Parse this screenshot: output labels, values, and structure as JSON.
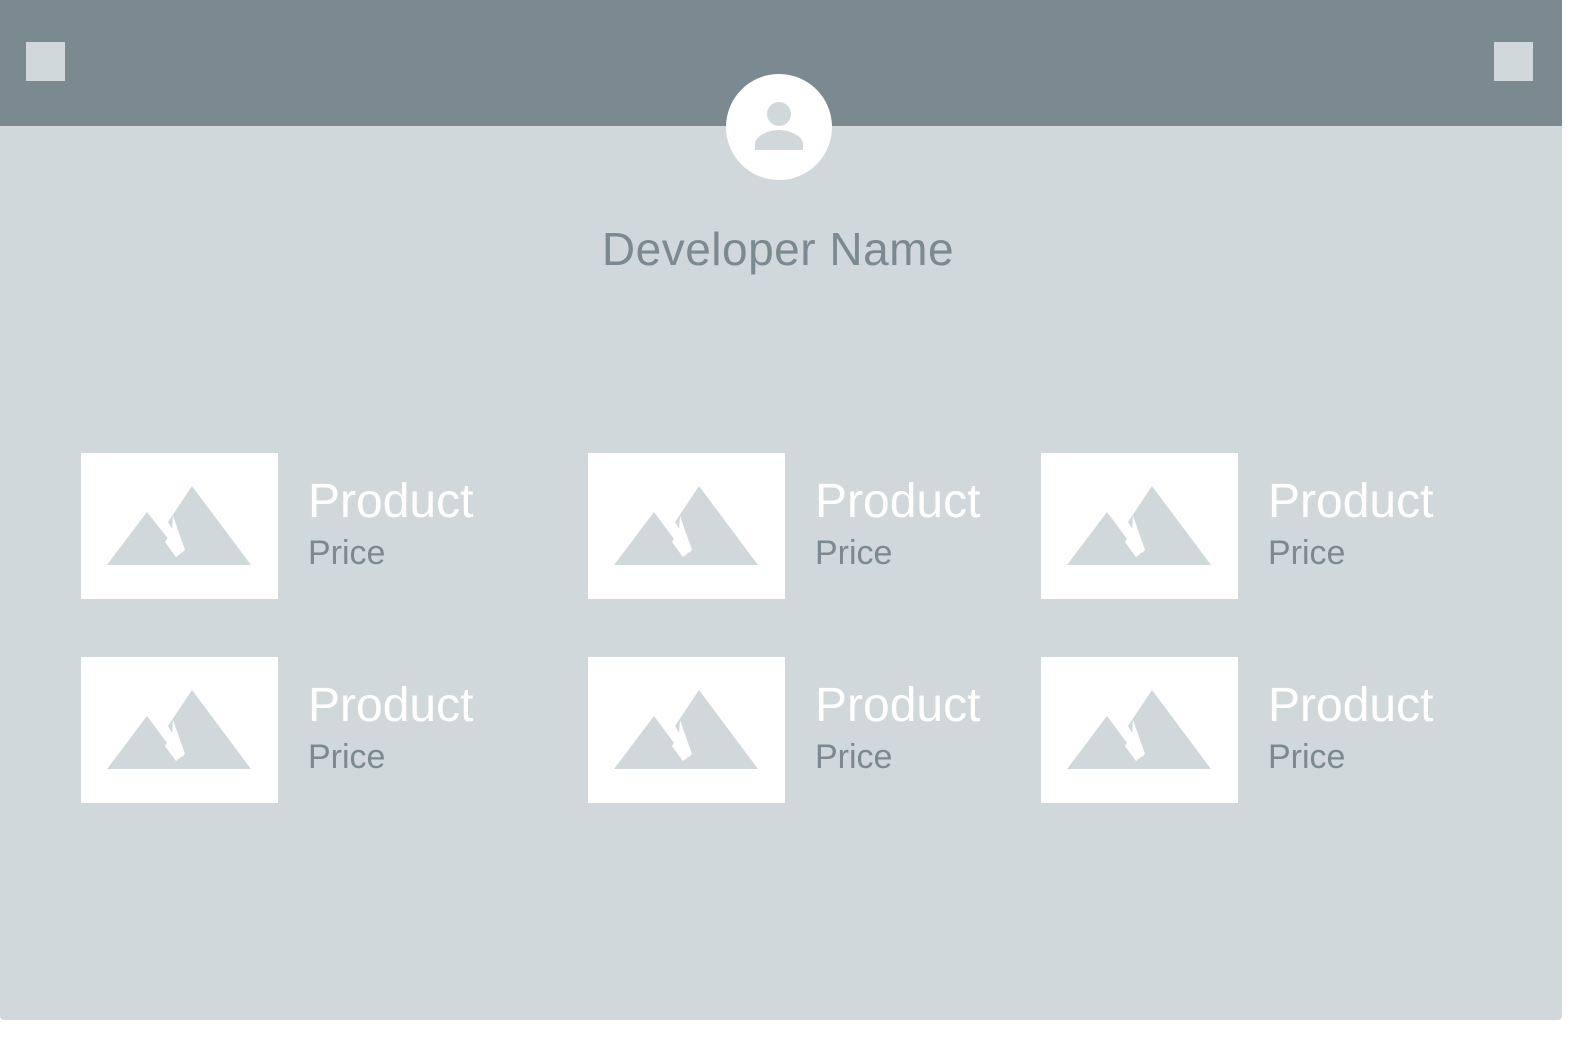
{
  "header": {
    "left_icon": "square-icon",
    "right_icon": "square-icon",
    "avatar_icon": "person-icon"
  },
  "profile": {
    "name": "Developer Name"
  },
  "colors": {
    "header_bg": "#7b8a91",
    "page_bg": "#d1d8db",
    "card_bg": "#ffffff",
    "muted_text": "#7b8a91"
  },
  "products": [
    {
      "name": "Product",
      "price": "Price",
      "icon": "image-placeholder-icon"
    },
    {
      "name": "Product",
      "price": "Price",
      "icon": "image-placeholder-icon"
    },
    {
      "name": "Product",
      "price": "Price",
      "icon": "image-placeholder-icon"
    },
    {
      "name": "Product",
      "price": "Price",
      "icon": "image-placeholder-icon"
    },
    {
      "name": "Product",
      "price": "Price",
      "icon": "image-placeholder-icon"
    },
    {
      "name": "Product",
      "price": "Price",
      "icon": "image-placeholder-icon"
    }
  ]
}
